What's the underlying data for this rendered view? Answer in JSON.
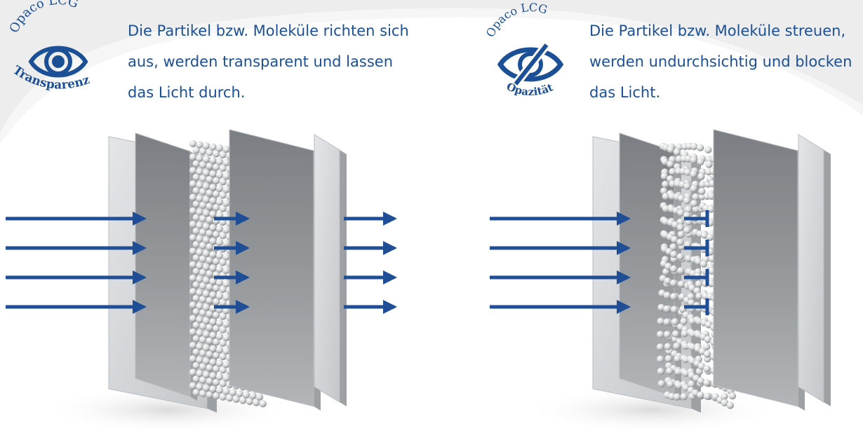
{
  "panels": {
    "left": {
      "brand": "Opaco LCG",
      "state": "Transparenz",
      "icon": "eye-icon",
      "lines": [
        "Die Partikel bzw. Moleküle richten sich",
        "aus,  werden transparent und lassen",
        "das Licht durch."
      ],
      "light": "passes"
    },
    "right": {
      "brand": "Opaco LCG",
      "state": "Opazität",
      "icon": "eye-slash-icon",
      "lines": [
        "Die Partikel bzw. Moleküle streuen,",
        "werden undurchsichtig und blocken",
        "das Licht."
      ],
      "light": "blocked"
    }
  },
  "colors": {
    "brand_blue": "#1b4f96",
    "arrow_blue": "#1f4e96",
    "glass": "#c9ccce",
    "dark_panel": "#6f7276"
  }
}
